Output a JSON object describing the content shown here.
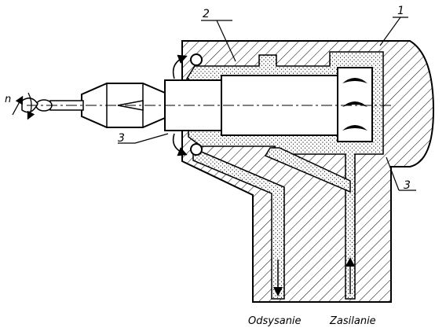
{
  "labels": {
    "part_1": "1",
    "part_2": "2",
    "part_3_left": "3",
    "part_3_right": "3",
    "rotation": "n",
    "suction": "Odsysanie",
    "supply": "Zasilanie"
  }
}
